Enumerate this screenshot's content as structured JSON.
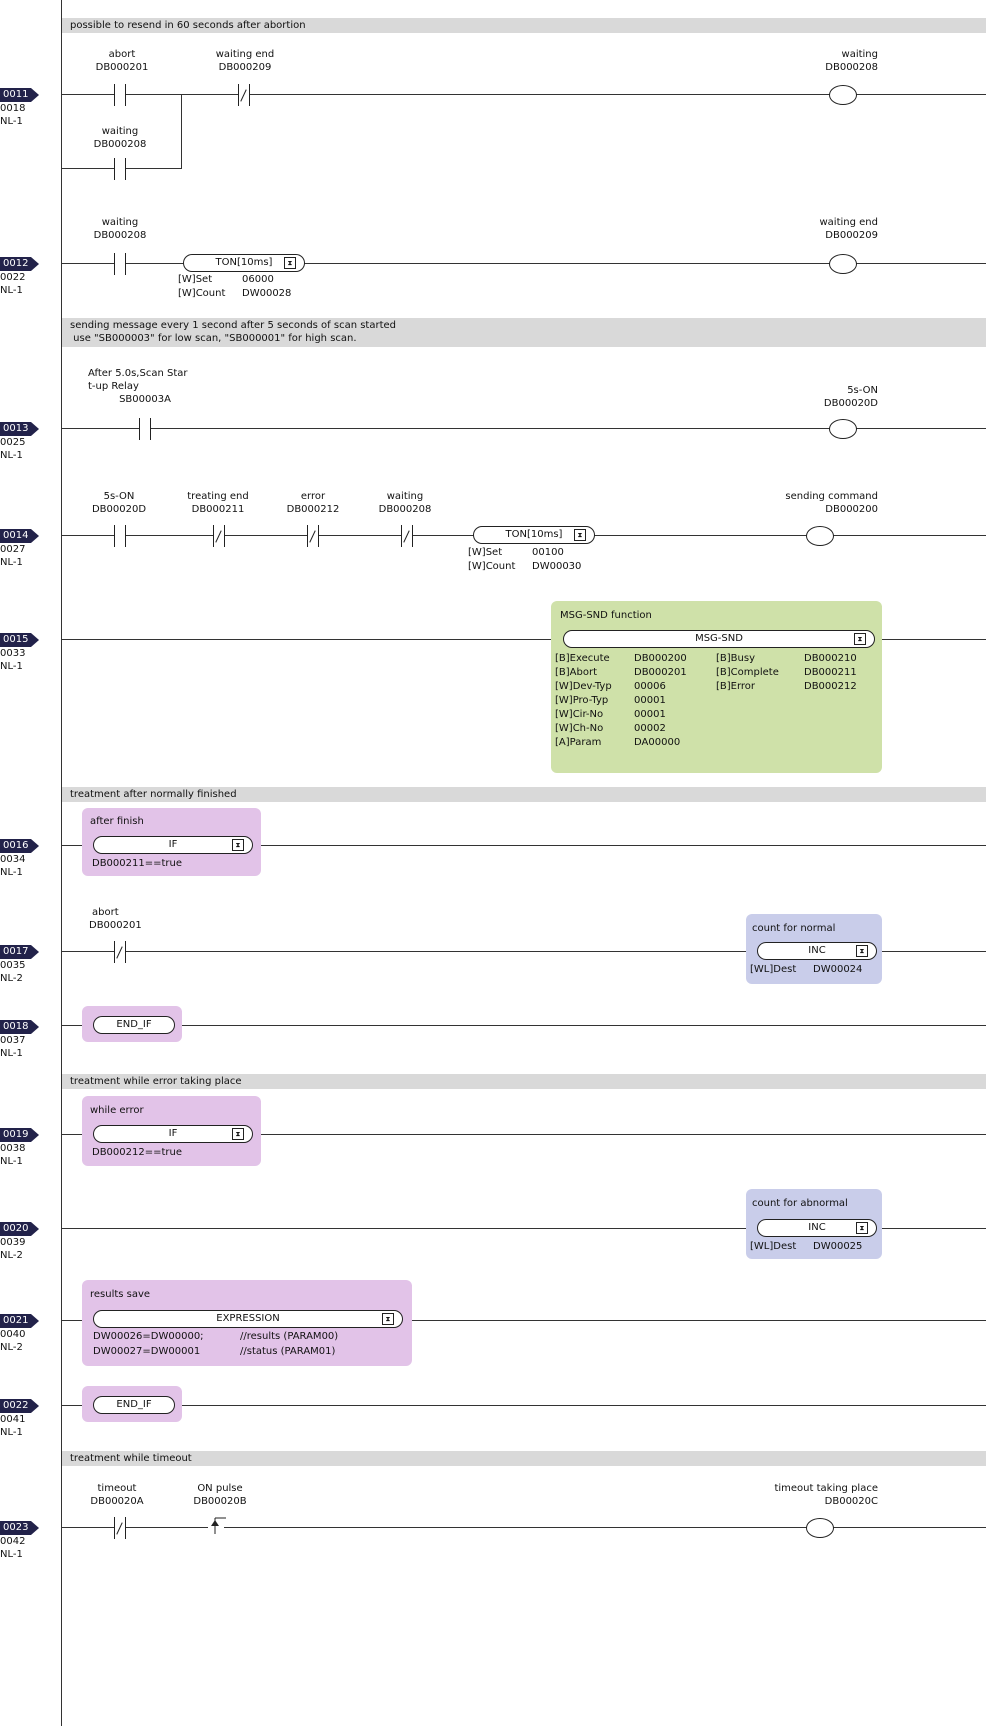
{
  "comments": {
    "c1": "possible to resend in 60 seconds after abortion",
    "c2_line1": "sending message every 1 second after 5 seconds of scan started",
    "c2_line2": " use \"SB000003\" for low scan, \"SB000001\" for high scan.",
    "c3": "treatment after normally finished",
    "c4": "treatment while error taking place",
    "c5": "treatment while timeout"
  },
  "steps": [
    {
      "num": "0011",
      "line": "0018",
      "nl": "NL-1"
    },
    {
      "num": "0012",
      "line": "0022",
      "nl": "NL-1"
    },
    {
      "num": "0013",
      "line": "0025",
      "nl": "NL-1"
    },
    {
      "num": "0014",
      "line": "0027",
      "nl": "NL-1"
    },
    {
      "num": "0015",
      "line": "0033",
      "nl": "NL-1"
    },
    {
      "num": "0016",
      "line": "0034",
      "nl": "NL-1"
    },
    {
      "num": "0017",
      "line": "0035",
      "nl": "NL-2"
    },
    {
      "num": "0018",
      "line": "0037",
      "nl": "NL-1"
    },
    {
      "num": "0019",
      "line": "0038",
      "nl": "NL-1"
    },
    {
      "num": "0020",
      "line": "0039",
      "nl": "NL-2"
    },
    {
      "num": "0021",
      "line": "0040",
      "nl": "NL-2"
    },
    {
      "num": "0022",
      "line": "0041",
      "nl": "NL-1"
    },
    {
      "num": "0023",
      "line": "0042",
      "nl": "NL-1"
    }
  ],
  "r11": {
    "abort_name": "abort",
    "abort_addr": "DB000201",
    "wend_name": "waiting end",
    "wend_addr": "DB000209",
    "wait_name": "waiting",
    "wait_addr": "DB000208",
    "coil_name": "waiting",
    "coil_addr": "DB000208"
  },
  "r12": {
    "wait_name": "waiting",
    "wait_addr": "DB000208",
    "ton": "TON[10ms]",
    "set_lbl": "[W]Set",
    "set_val": "06000",
    "cnt_lbl": "[W]Count",
    "cnt_val": "DW00028",
    "coil_name": "waiting end",
    "coil_addr": "DB000209"
  },
  "r13": {
    "c_name1": "After 5.0s,Scan Star",
    "c_name2": "t-up Relay",
    "c_addr": "SB00003A",
    "coil_name": "5s-ON",
    "coil_addr": "DB00020D"
  },
  "r14": {
    "c1_name": "5s-ON",
    "c1_addr": "DB00020D",
    "c2_name": "treating end",
    "c2_addr": "DB000211",
    "c3_name": "error",
    "c3_addr": "DB000212",
    "c4_name": "waiting",
    "c4_addr": "DB000208",
    "ton": "TON[10ms]",
    "set_lbl": "[W]Set",
    "set_val": "00100",
    "cnt_lbl": "[W]Count",
    "cnt_val": "DW00030",
    "coil_name": "sending command",
    "coil_addr": "DB000200"
  },
  "r15": {
    "title": "MSG-SND function",
    "func": "MSG-SND",
    "inputs": [
      {
        "k": "[B]Execute",
        "v": "DB000200"
      },
      {
        "k": "[B]Abort",
        "v": "DB000201"
      },
      {
        "k": "[W]Dev-Typ",
        "v": "00006"
      },
      {
        "k": "[W]Pro-Typ",
        "v": "00001"
      },
      {
        "k": "[W]Cir-No",
        "v": "00001"
      },
      {
        "k": "[W]Ch-No",
        "v": "00002"
      },
      {
        "k": "[A]Param",
        "v": "DA00000"
      }
    ],
    "outputs": [
      {
        "k": "[B]Busy",
        "v": "DB000210"
      },
      {
        "k": "[B]Complete",
        "v": "DB000211"
      },
      {
        "k": "[B]Error",
        "v": "DB000212"
      }
    ]
  },
  "r16": {
    "title": "after finish",
    "func": "IF",
    "cond": "DB000211==true"
  },
  "r17": {
    "c_name": "abort",
    "c_addr": "DB000201",
    "title": "count for normal",
    "func": "INC",
    "dest_lbl": "[WL]Dest",
    "dest_val": "DW00024"
  },
  "r18": {
    "func": "END_IF"
  },
  "r19": {
    "title": "while error",
    "func": "IF",
    "cond": "DB000212==true"
  },
  "r20": {
    "title": "count for abnormal",
    "func": "INC",
    "dest_lbl": "[WL]Dest",
    "dest_val": "DW00025"
  },
  "r21": {
    "title": "results save",
    "func": "EXPRESSION",
    "l1a": "DW00026=DW00000;",
    "l1b": "//results (PARAM00)",
    "l2a": "DW00027=DW00001",
    "l2b": "//status (PARAM01)"
  },
  "r22": {
    "func": "END_IF"
  },
  "r23": {
    "c1_name": "timeout",
    "c1_addr": "DB00020A",
    "c2_name": "ON pulse",
    "c2_addr": "DB00020B",
    "coil_name": "timeout taking place",
    "coil_addr": "DB00020C"
  }
}
